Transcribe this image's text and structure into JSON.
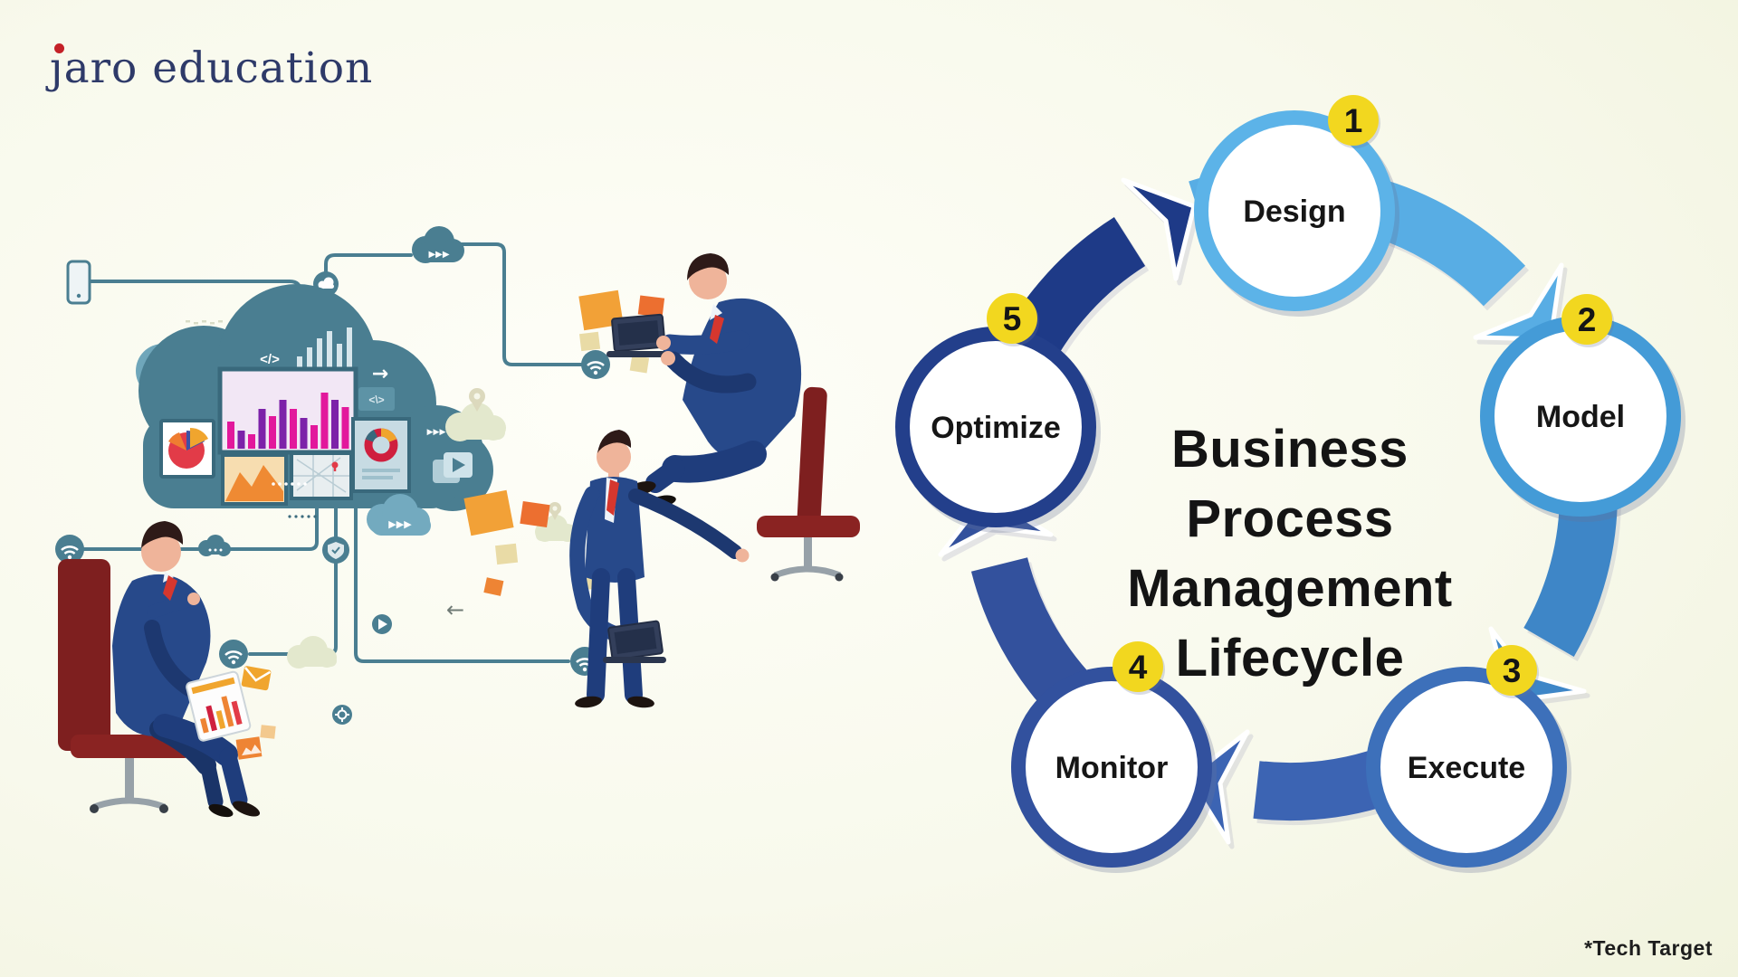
{
  "page": {
    "background_center": "#fdfdf6",
    "background_edge": "#e9ecd2"
  },
  "logo": {
    "text": "jaro education",
    "display_dotless": "ȷaro education",
    "color": "#2e3a69",
    "dot_color": "#c42127"
  },
  "attribution": {
    "text": "*Tech Target"
  },
  "diagram": {
    "title_lines": [
      "Business",
      "Process",
      "Management",
      "Lifecycle"
    ],
    "title_color": "#141414",
    "badge_color": "#f2d71f",
    "steps": [
      {
        "num": "1",
        "label": "Design",
        "ring_color": "#5cb3e8",
        "arrow_color": "#58ade4"
      },
      {
        "num": "2",
        "label": "Model",
        "ring_color": "#449bd7",
        "arrow_color": "#3e86c7"
      },
      {
        "num": "3",
        "label": "Execute",
        "ring_color": "#3d70ba",
        "arrow_color": "#3c64b3"
      },
      {
        "num": "4",
        "label": "Monitor",
        "ring_color": "#32519e",
        "arrow_color": "#33519d"
      },
      {
        "num": "5",
        "label": "Optimize",
        "ring_color": "#233f8b",
        "arrow_color": "#1e3a87"
      }
    ]
  },
  "illustration": {
    "code_icon": "</>",
    "code_icon_2": "<\\>",
    "fast_forward": "▶▶▶",
    "arrow_right": "→",
    "arrow_left": "←"
  }
}
